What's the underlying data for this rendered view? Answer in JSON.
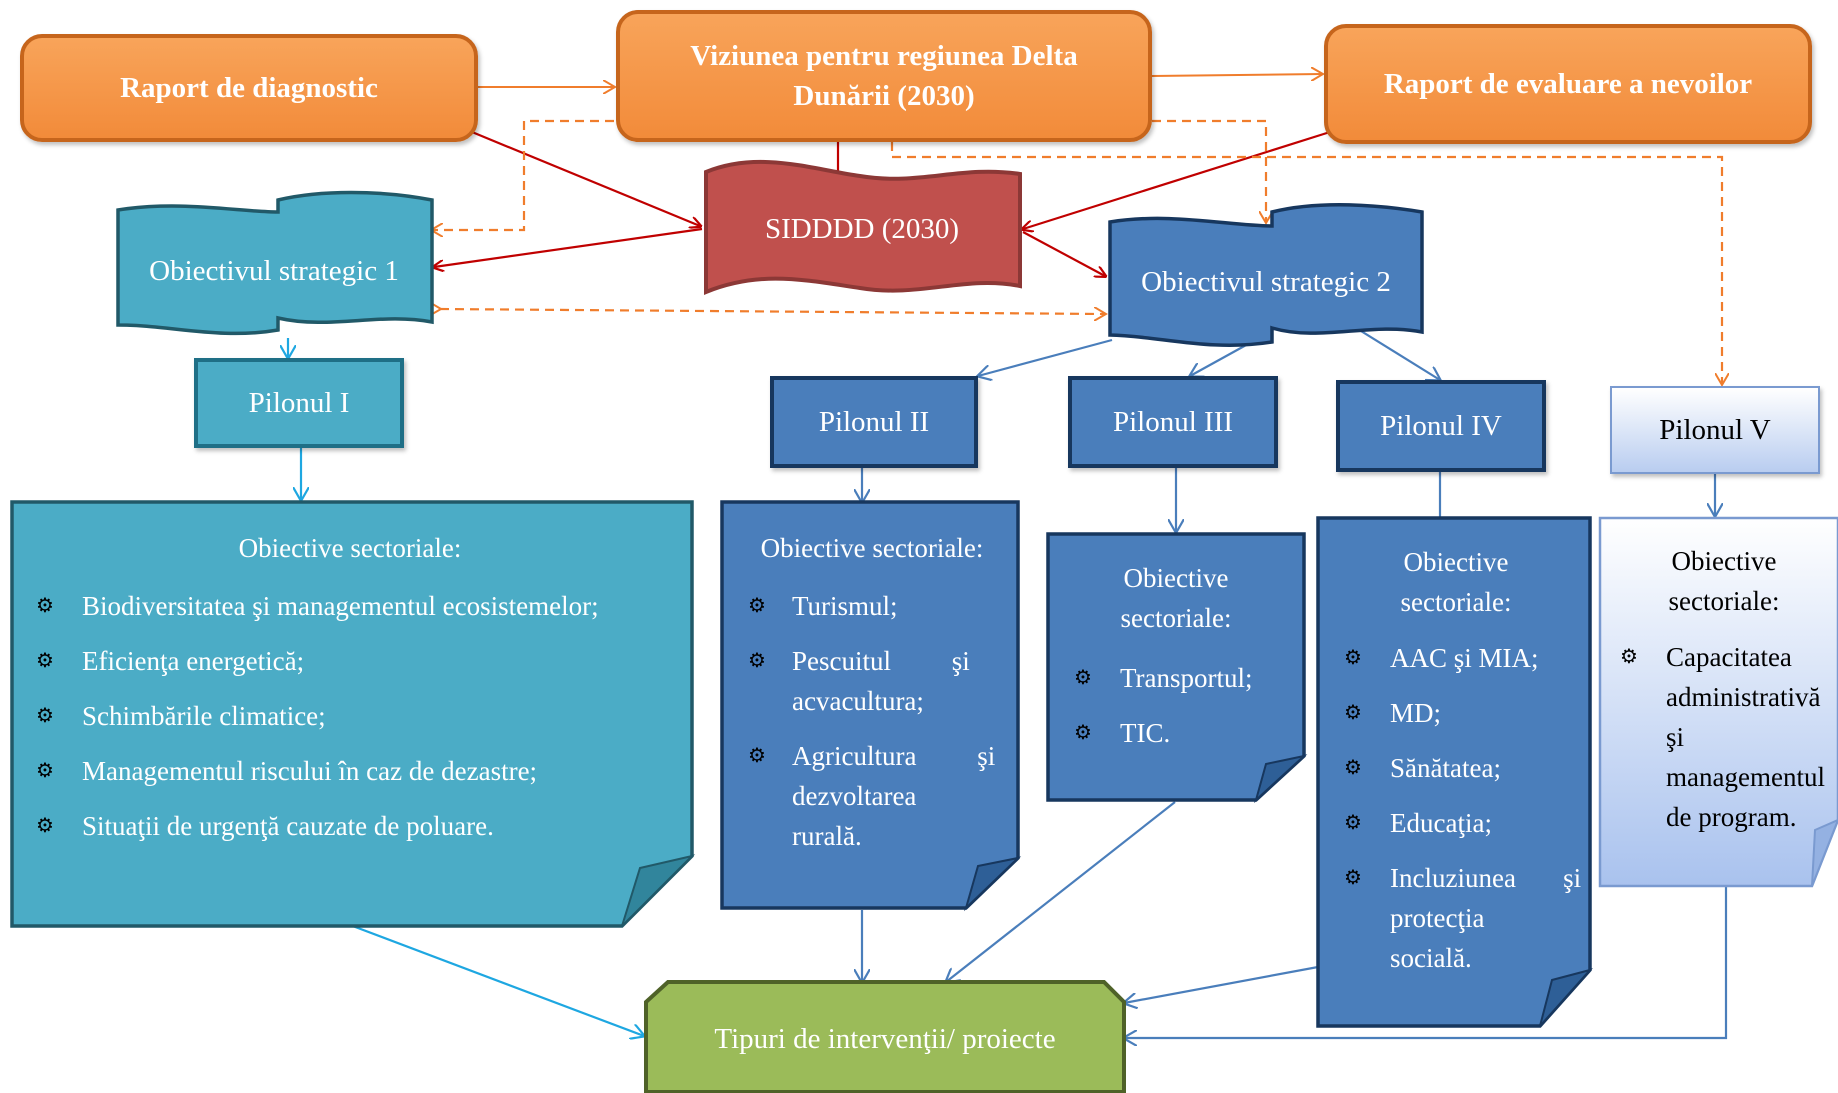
{
  "top": {
    "diagnostic": "Raport de diagnostic",
    "vision_line1": "Viziunea pentru regiunea Delta",
    "vision_line2": "Dunării (2030)",
    "needs": "Raport de evaluare a nevoilor"
  },
  "strategy": {
    "sidddd": "SIDDDD (2030)",
    "objective1": "Obiectivul strategic 1",
    "objective2": "Obiectivul strategic 2"
  },
  "pillars": {
    "p1": "Pilonul I",
    "p2": "Pilonul II",
    "p3": "Pilonul III",
    "p4": "Pilonul IV",
    "p5": "Pilonul V"
  },
  "sectoral": {
    "s1": {
      "title": "Obiective sectoriale:",
      "items": [
        "Biodiversitatea şi managementul ecosistemelor;",
        "Eficienţa energetică;",
        "Schimbările climatice;",
        "Managementul riscului în caz de dezastre;",
        "Situaţii de urgenţă cauzate de poluare."
      ]
    },
    "s2": {
      "title": "Obiective sectoriale:",
      "items": [
        [
          "Turismul;"
        ],
        [
          "Pescuitul         şi",
          "acvacultura;"
        ],
        [
          "Agricultura         şi",
          "dezvoltarea",
          "rurală."
        ]
      ]
    },
    "s3": {
      "title_line1": "Obiective",
      "title_line2": "sectoriale:",
      "items": [
        "Transportul;",
        "TIC."
      ]
    },
    "s4": {
      "title_line1": "Obiective",
      "title_line2": "sectoriale:",
      "items": [
        [
          "AAC şi MIA;"
        ],
        [
          "MD;"
        ],
        [
          "Sănătatea;"
        ],
        [
          "Educaţia;"
        ],
        [
          "Incluziunea       şi",
          "protecţia",
          "socială."
        ]
      ]
    },
    "s5": {
      "title_line1": "Obiective",
      "title_line2": "sectoriale:",
      "items": [
        [
          "Capacitatea",
          "administrativă",
          "şi",
          "managementul",
          "de program."
        ]
      ]
    }
  },
  "result": "Tipuri de intervenţii/ proiecte",
  "bullet_glyph": "⚙",
  "colors": {
    "orange": "#f79646",
    "red": "#c0504d",
    "teal": "#4bacc6",
    "blue": "#4f81bd",
    "green": "#9bbb59",
    "light_blue": "#c6d9f1"
  }
}
